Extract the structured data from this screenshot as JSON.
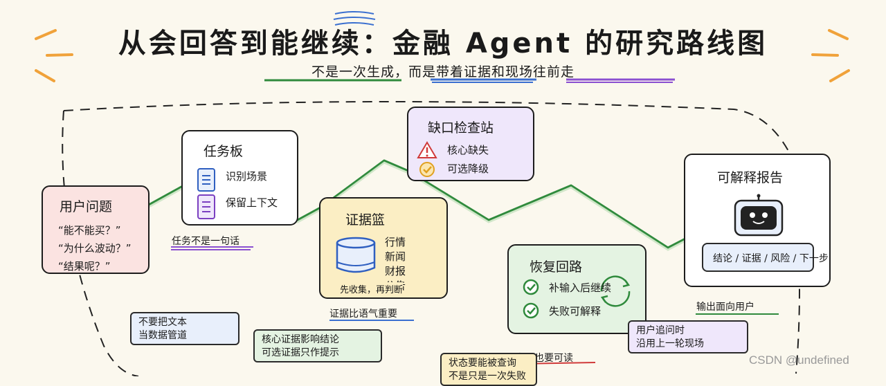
{
  "header": {
    "title": "从会回答到能继续：金融 Agent 的研究路线图",
    "subtitle": "不是一次生成，而是带着证据和现场往前走"
  },
  "nodes": {
    "user_question": {
      "title": "用户问题",
      "lines": [
        "“能不能买？”",
        "“为什么波动？”",
        "“结果呢？”"
      ]
    },
    "task_board": {
      "title": "任务板",
      "items": [
        "识别场景",
        "保留上下文"
      ]
    },
    "evidence_basket": {
      "title": "证据篮",
      "items": [
        "行情",
        "新闻",
        "财报",
        "公告"
      ],
      "caption": "先收集，再判断"
    },
    "gap_station": {
      "title": "缺口检查站",
      "items": [
        "核心缺失",
        "可选降级"
      ]
    },
    "recovery_loop": {
      "title": "恢复回路",
      "items": [
        "补输入后继续",
        "失败可解释"
      ]
    },
    "report": {
      "title": "可解释报告",
      "footer": "结论 / 证据 / 风险 / 下一步"
    }
  },
  "labels": {
    "task_not_sentence": "任务不是一句话",
    "evidence_over_tone": "证据比语气重要",
    "failure_readable": "失败也要可读",
    "output_for_user": "输出面向用户"
  },
  "notes": {
    "no_text_pipeline": [
      "不要把文本",
      "当数据管道"
    ],
    "core_evidence": [
      "核心证据影响结论",
      "可选证据只作提示"
    ],
    "state_queryable": [
      "状态要能被查询",
      "不是只是一次失败"
    ],
    "followup": [
      "用户追问时",
      "沿用上一轮现场"
    ]
  },
  "watermark": "CSDN @undefined",
  "colors": {
    "path_green": "#2f8a3c",
    "pink_fill": "#fbe3e1",
    "yellow_fill": "#fbeec4",
    "purple_fill": "#efe7fb",
    "green_fill": "#e4f3e2",
    "blue_fill": "#e8effb",
    "accent_orange": "#f0a23a"
  }
}
